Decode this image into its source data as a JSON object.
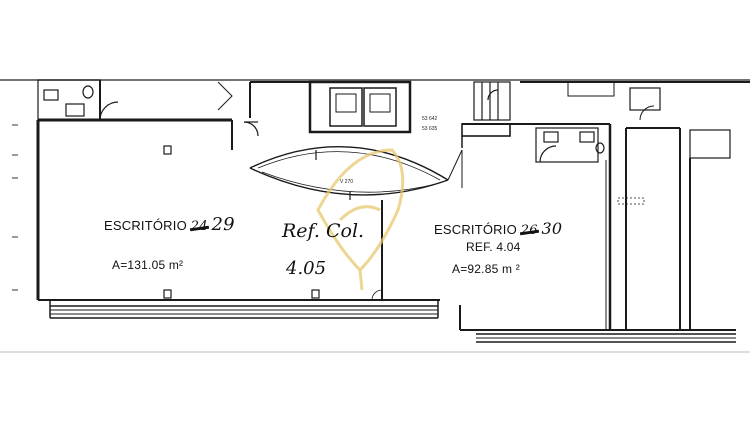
{
  "plan": {
    "office_29": {
      "printed_label": "ESCRITÓRIO",
      "struck_number": "24",
      "handwritten_number": "29",
      "area": "A=131.05 m²"
    },
    "office_30": {
      "printed_label": "ESCRITÓRIO",
      "struck_number": "26",
      "handwritten_number": "30",
      "reference": "REF. 4.04",
      "area": "A=92.85 m ²"
    },
    "handwritten_note": {
      "line1": "Ref. Col.",
      "line2": "4.05"
    },
    "lift_tags": [
      "53 642",
      "53 635"
    ],
    "arc_tag": "V 270"
  },
  "colors": {
    "line": "#1a1a1a",
    "paper": "#ffffff",
    "watermark": "#e8c76e"
  },
  "watermark": "brand logo"
}
